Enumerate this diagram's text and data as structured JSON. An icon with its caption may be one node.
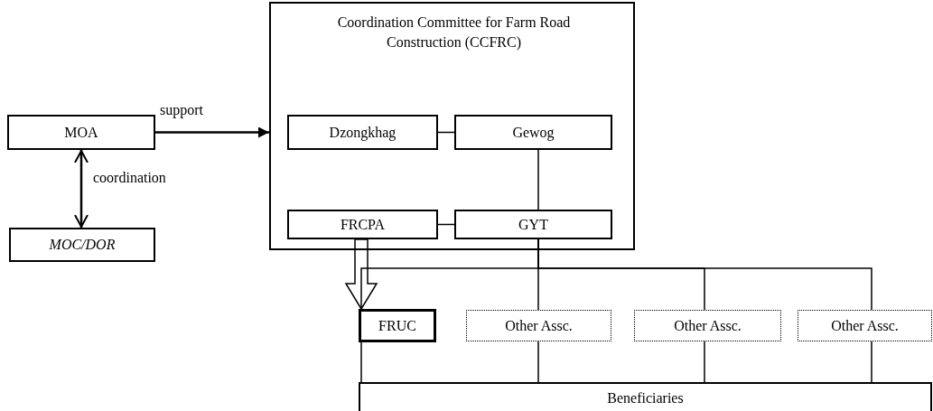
{
  "diagram": {
    "nodes": [
      {
        "text": [
          "MOA"
        ]
      },
      {
        "text": [
          "MOC/DOR"
        ]
      },
      {
        "text": [
          "Coordination Committee for Farm Road Construction (CCFRC)"
        ]
      },
      {
        "text": [
          "Dzongkhag"
        ],
        "in": 2
      },
      {
        "text": [
          "Gewog"
        ],
        "in": 2
      },
      {
        "text": [
          "FRCPA"
        ],
        "in": 2
      },
      {
        "text": [
          "GYT"
        ],
        "in": 2
      },
      {
        "text": [
          "FRUC"
        ]
      },
      {
        "text": [
          "Other Assc."
        ]
      },
      {
        "text": [
          "Other Assc."
        ]
      },
      {
        "text": [
          "Other Assc."
        ]
      },
      {
        "text": [
          "Beneficiaries"
        ]
      }
    ],
    "edges": [
      {
        "from": 0,
        "to": 2,
        "arrow": "to",
        "label": "support"
      },
      {
        "from": 0,
        "to": 1,
        "arrow": "both",
        "label": "coordination"
      },
      {
        "from": 3,
        "to": 4,
        "arrow": "none"
      },
      {
        "from": 4,
        "to": 6,
        "arrow": "none"
      },
      {
        "from": 5,
        "to": 6,
        "arrow": "none"
      },
      {
        "from": 5,
        "to": 7,
        "arrow": "to",
        "style": "thick"
      },
      {
        "from": 6,
        "to": 7,
        "arrow": "none"
      },
      {
        "from": 6,
        "to": 8,
        "arrow": "none"
      },
      {
        "from": 6,
        "to": 9,
        "arrow": "none"
      },
      {
        "from": 6,
        "to": 10,
        "arrow": "none"
      },
      {
        "from": 7,
        "to": 11,
        "arrow": "none"
      },
      {
        "from": 8,
        "to": 11,
        "arrow": "none"
      },
      {
        "from": 9,
        "to": 11,
        "arrow": "none"
      },
      {
        "from": 10,
        "to": 11,
        "arrow": "none"
      }
    ]
  }
}
